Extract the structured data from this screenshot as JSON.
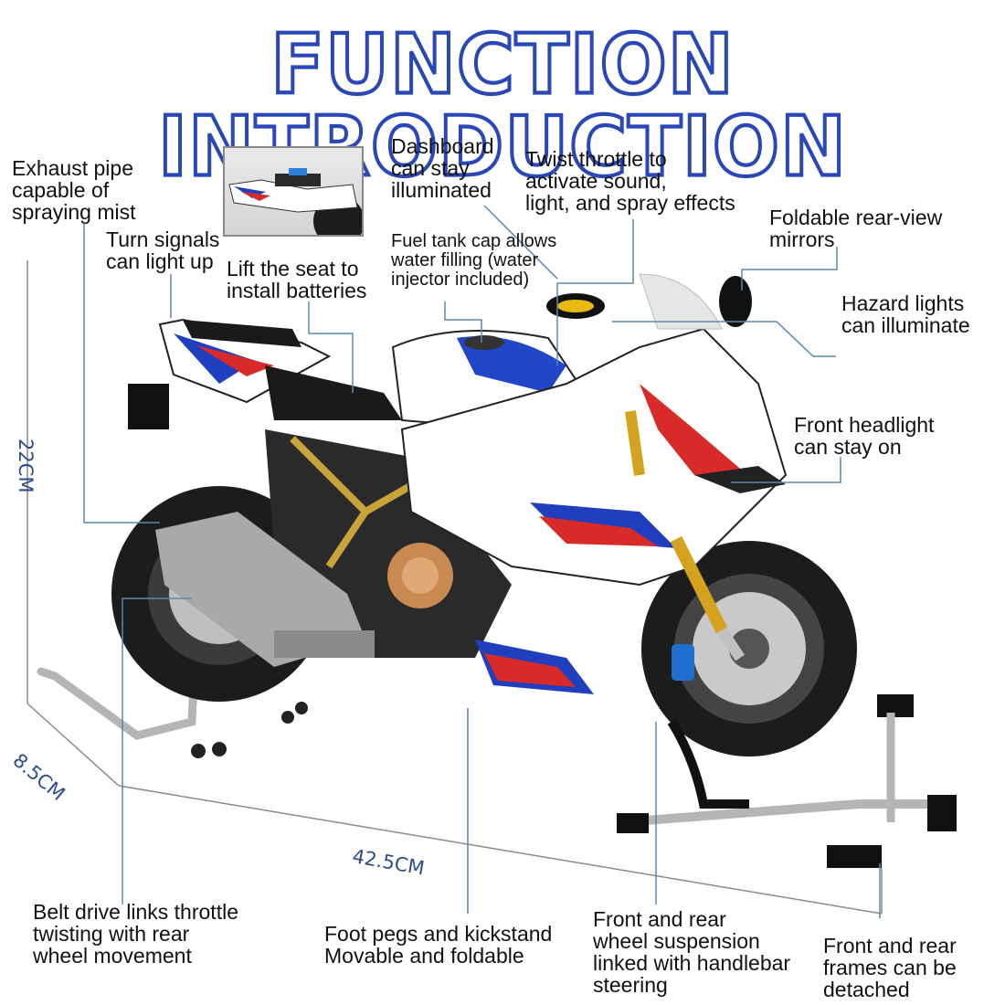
{
  "title": "FUNCTION INTRODUCTION",
  "labels": {
    "exhaust": "Exhaust pipe\ncapable of\nspraying mist",
    "turn_signals": "Turn signals\ncan light up",
    "lift_seat": "Lift the seat to\ninstall batteries",
    "dashboard": "Dashboard\ncan stay\nilluminated",
    "throttle": "Twist throttle to\nactivate sound,\nlight, and spray effects",
    "fuel_cap": "Fuel tank cap allows\nwater filling (water\ninjector included)",
    "mirrors": "Foldable rear-view\nmirrors",
    "hazard": "Hazard lights\ncan illuminate",
    "headlight": "Front headlight\ncan stay on",
    "belt": "Belt drive links throttle\ntwisting with rear\nwheel movement",
    "foot_pegs": "Foot pegs and kickstand\nMovable and foldable",
    "suspension": "Front and rear\nwheel suspension\nlinked with handlebar\nsteering",
    "frames": "Front and rear\nframes can be\ndetached"
  },
  "dimensions": {
    "height": "22CM",
    "width": "8.5CM",
    "length": "42.5CM"
  },
  "colors": {
    "title_outline": "#2a47b8",
    "leader_line": "#5b87b0",
    "dimension_text": "#2c4d8a"
  }
}
